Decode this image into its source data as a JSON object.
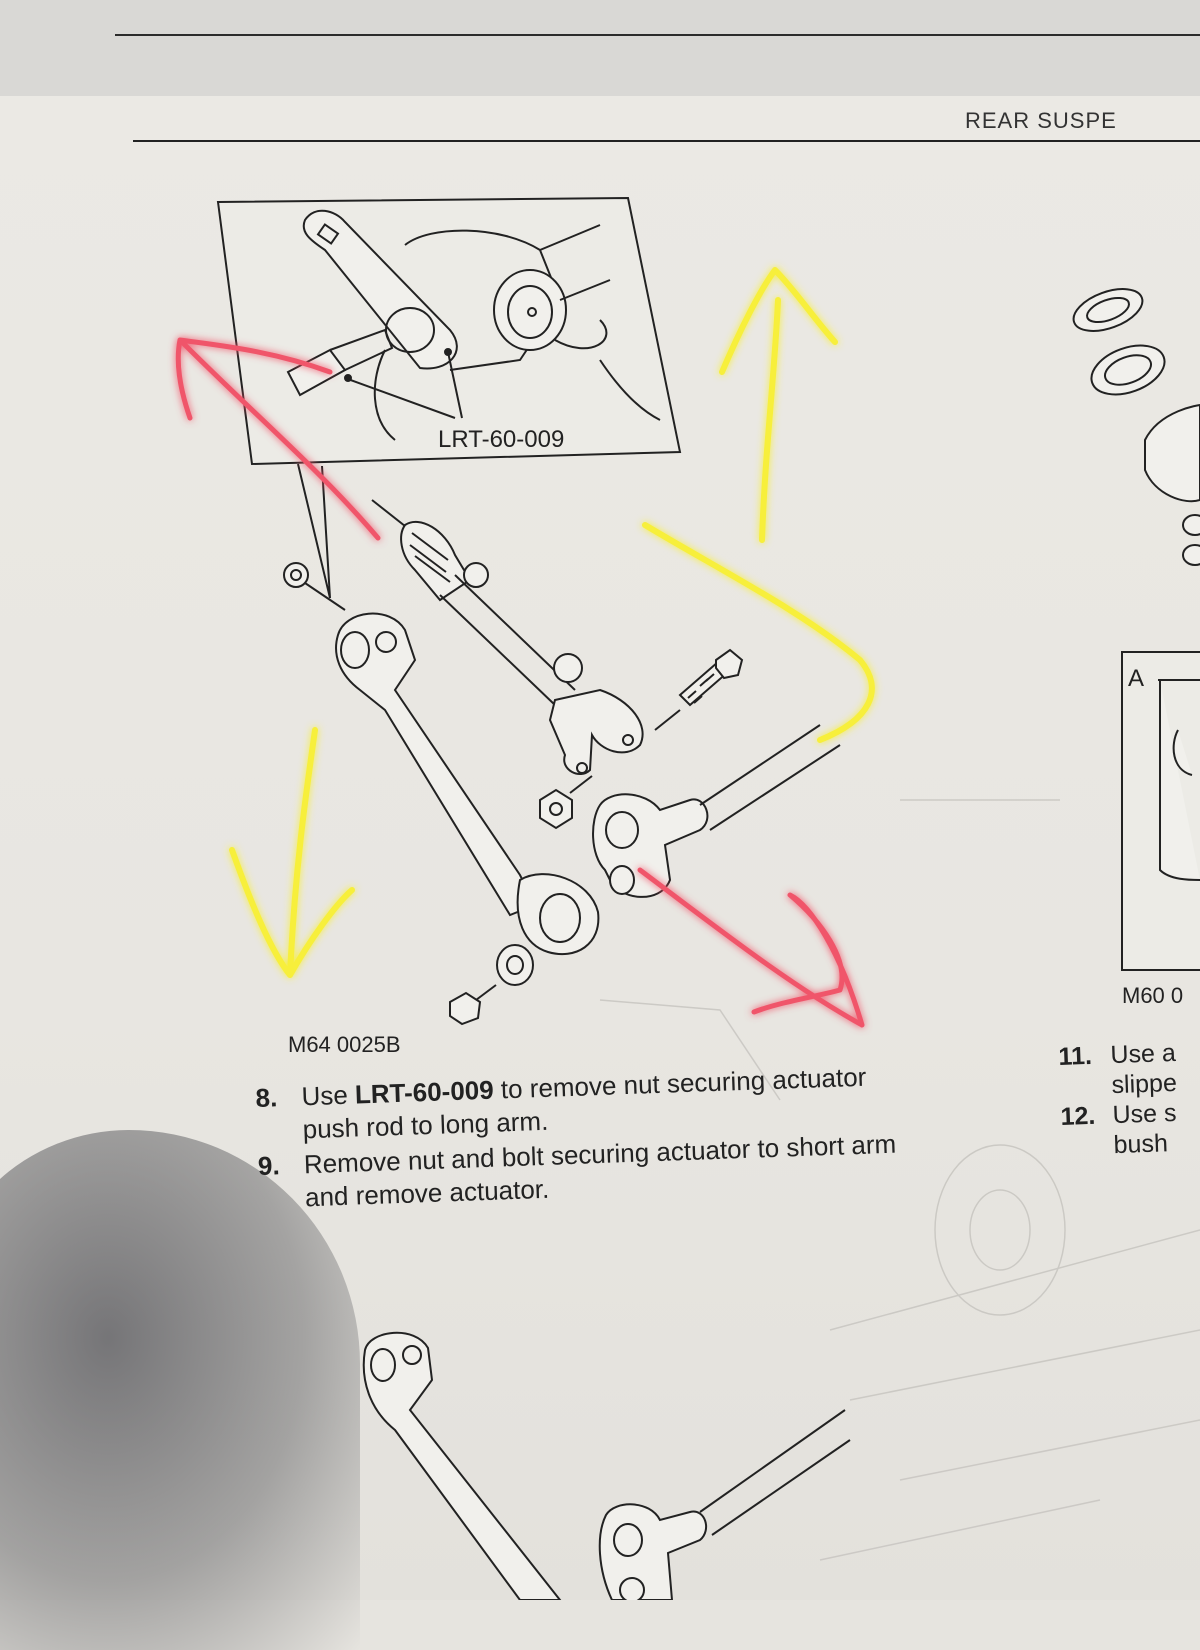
{
  "header": {
    "section_title": "REAR SUSPE"
  },
  "figure_main": {
    "inset_tool_label": "LRT-60-009",
    "figure_code": "M64 0025B"
  },
  "steps": [
    {
      "number": "8.",
      "prefix": "Use ",
      "bold": "LRT-60-009",
      "text": " to remove nut securing actuator push rod to long arm."
    },
    {
      "number": "9.",
      "prefix": "",
      "bold": "",
      "text": "Remove nut and bolt securing actuator to short arm and remove actuator."
    }
  ],
  "right_column": {
    "inset_letter": "A",
    "figure_code": "M60 0",
    "steps": [
      {
        "number": "11.",
        "line1": "Use a",
        "line2": "slippe"
      },
      {
        "number": "12.",
        "line1": "Use s",
        "line2": "bush"
      }
    ]
  },
  "annotation_colors": {
    "red": "#f0556a",
    "yellow": "#f7ef3a"
  }
}
